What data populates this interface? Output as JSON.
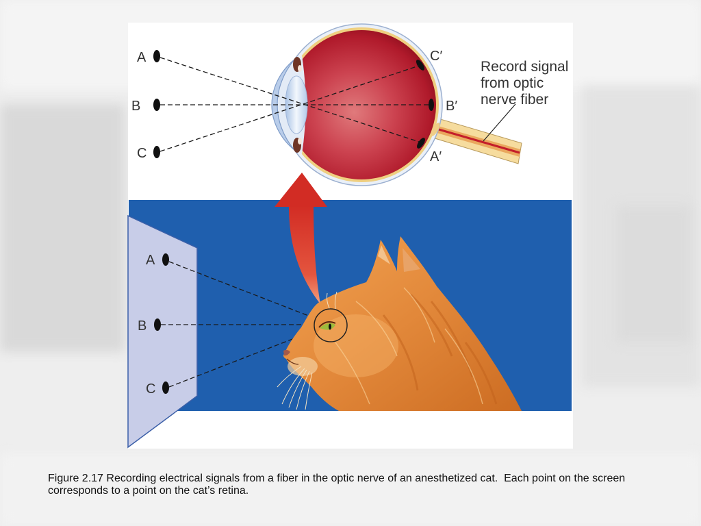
{
  "slide": {
    "caption": "Figure 2.17 Recording electrical signals from a fiber in the optic nerve of an anesthetized cat.  Each point on the screen corresponds to a point on the cat’s retina."
  },
  "eye_diagram": {
    "object_points": [
      "A",
      "B",
      "C"
    ],
    "retina_points": [
      "C′",
      "B′",
      "A′"
    ],
    "annotation": [
      "Record signal",
      "from optic",
      "nerve fiber"
    ]
  },
  "screen": {
    "points": [
      "A",
      "B",
      "C"
    ]
  },
  "colors": {
    "figure_panel": "#ffffff",
    "blue_band": "#1f5fae",
    "screen_fill": "#c8cde8",
    "point_black": "#111111",
    "arrow_red": "#d22c24",
    "cat_eye_green": "#9dbb3c"
  }
}
